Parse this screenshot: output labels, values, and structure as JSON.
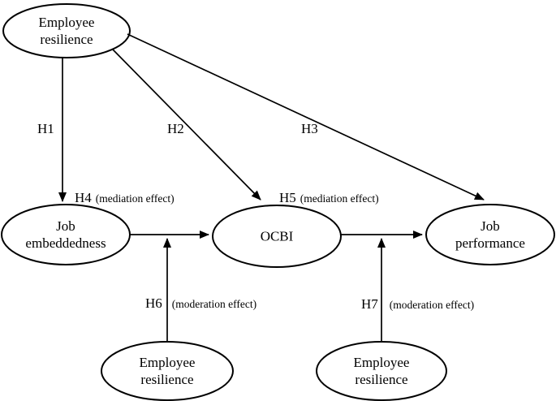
{
  "diagram": {
    "background_color": "#ffffff",
    "stroke_color": "#000000",
    "text_color": "#000000",
    "nodes": {
      "employee_resilience_top": {
        "line1": "Employee",
        "line2": "resilience"
      },
      "job_embeddedness": {
        "line1": "Job",
        "line2": "embeddedness"
      },
      "ocbi": {
        "line1": "OCBI"
      },
      "job_performance": {
        "line1": "Job",
        "line2": "performance"
      },
      "employee_resilience_bottom_left": {
        "line1": "Employee",
        "line2": "resilience"
      },
      "employee_resilience_bottom_right": {
        "line1": "Employee",
        "line2": "resilience"
      }
    },
    "hypotheses": {
      "h1": {
        "label": "H1"
      },
      "h2": {
        "label": "H2"
      },
      "h3": {
        "label": "H3"
      },
      "h4": {
        "label": "H4",
        "note": "(mediation effect)"
      },
      "h5": {
        "label": "H5",
        "note": "(mediation effect)"
      },
      "h6": {
        "label": "H6",
        "note": "(moderation effect)"
      },
      "h7": {
        "label": "H7",
        "note": "(moderation effect)"
      }
    }
  }
}
